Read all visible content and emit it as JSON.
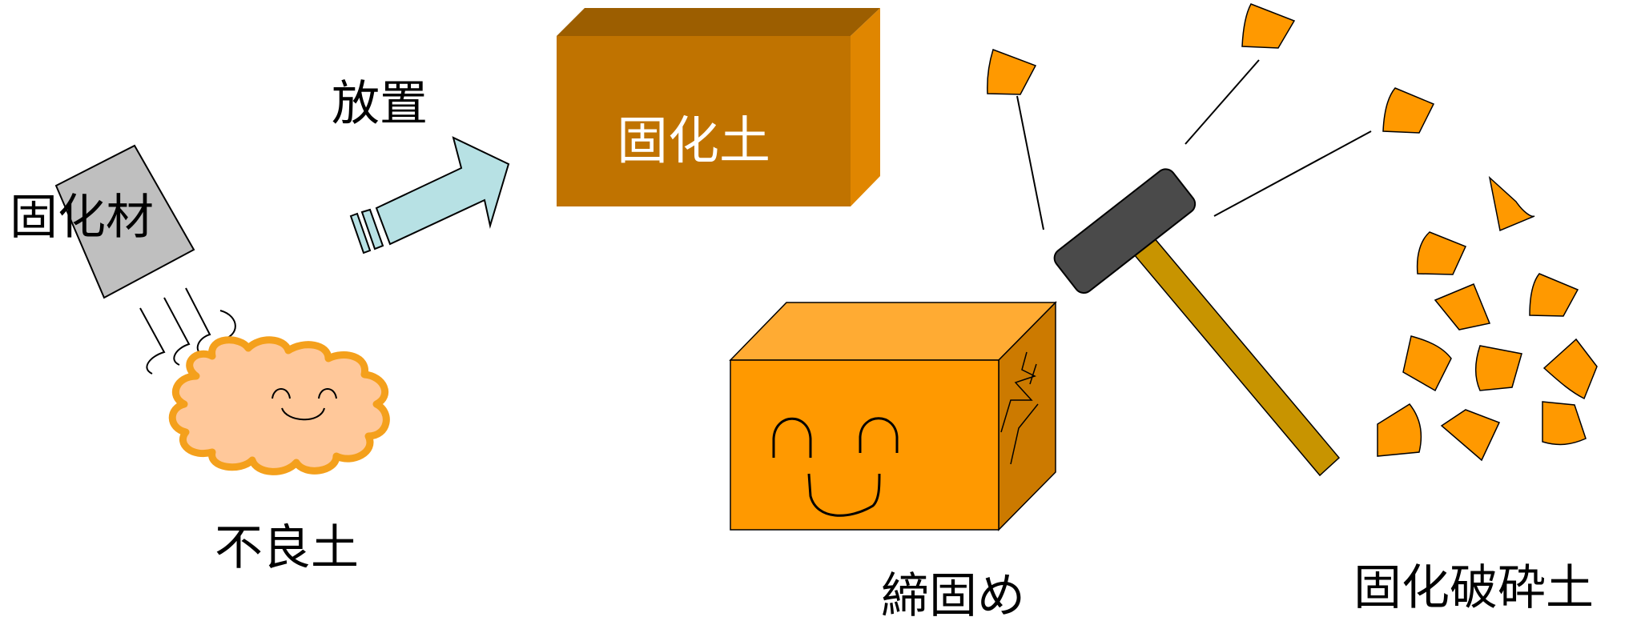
{
  "labels": {
    "stabilizer": "固化材",
    "poor_soil": "不良土",
    "curing": "放置",
    "solidified_soil": "固化土",
    "compaction": "締固め",
    "crushed_soil": "固化破砕土"
  },
  "icons": {
    "stabilizer_bag": "bag-icon",
    "arrow": "arrow-right-icon",
    "solid_block": "block-icon",
    "hammer": "hammer-icon",
    "fragment": "fragment-icon",
    "soil_cloud": "cloud-icon"
  },
  "colors": {
    "bag": "#bfbfbf",
    "poor_soil_fill": "#ffc89a",
    "poor_soil_stroke": "#f4a01c",
    "arrow_fill": "#b7e1e4",
    "solid_front": "#c07300",
    "solid_top": "#9c5e00",
    "solid_side": "#e08600",
    "compacted_front": "#ff9900",
    "compacted_top": "#ffab33",
    "compacted_side": "#cc7a00",
    "hammer_head": "#4a4a4a",
    "hammer_handle": "#c89400",
    "fragment": "#ff9900"
  }
}
